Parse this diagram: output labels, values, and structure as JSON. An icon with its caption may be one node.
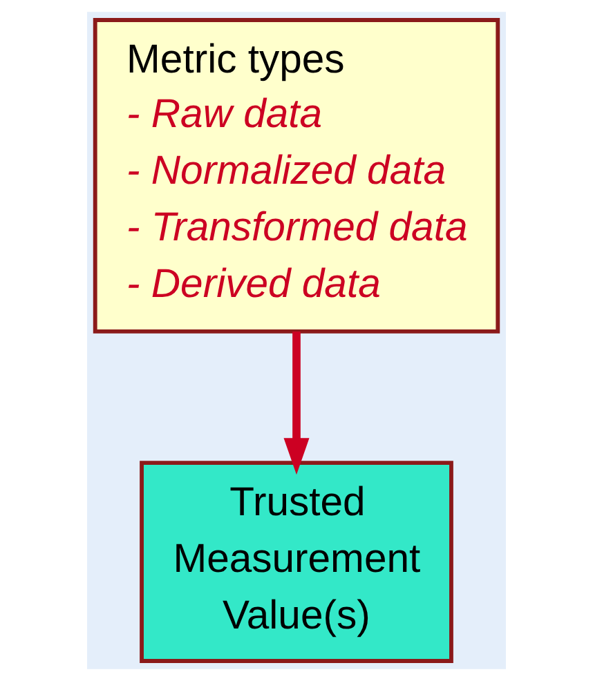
{
  "diagram": {
    "nodes": [
      {
        "text": [
          "Metric types",
          "- Raw data",
          "- Normalized data",
          "- Transformed data",
          "- Derived data"
        ]
      },
      {
        "text": [
          "Trusted Measurement Value(s)"
        ]
      }
    ],
    "edges": [
      {
        "from": 0,
        "to": 1,
        "arrow": "to"
      }
    ]
  }
}
